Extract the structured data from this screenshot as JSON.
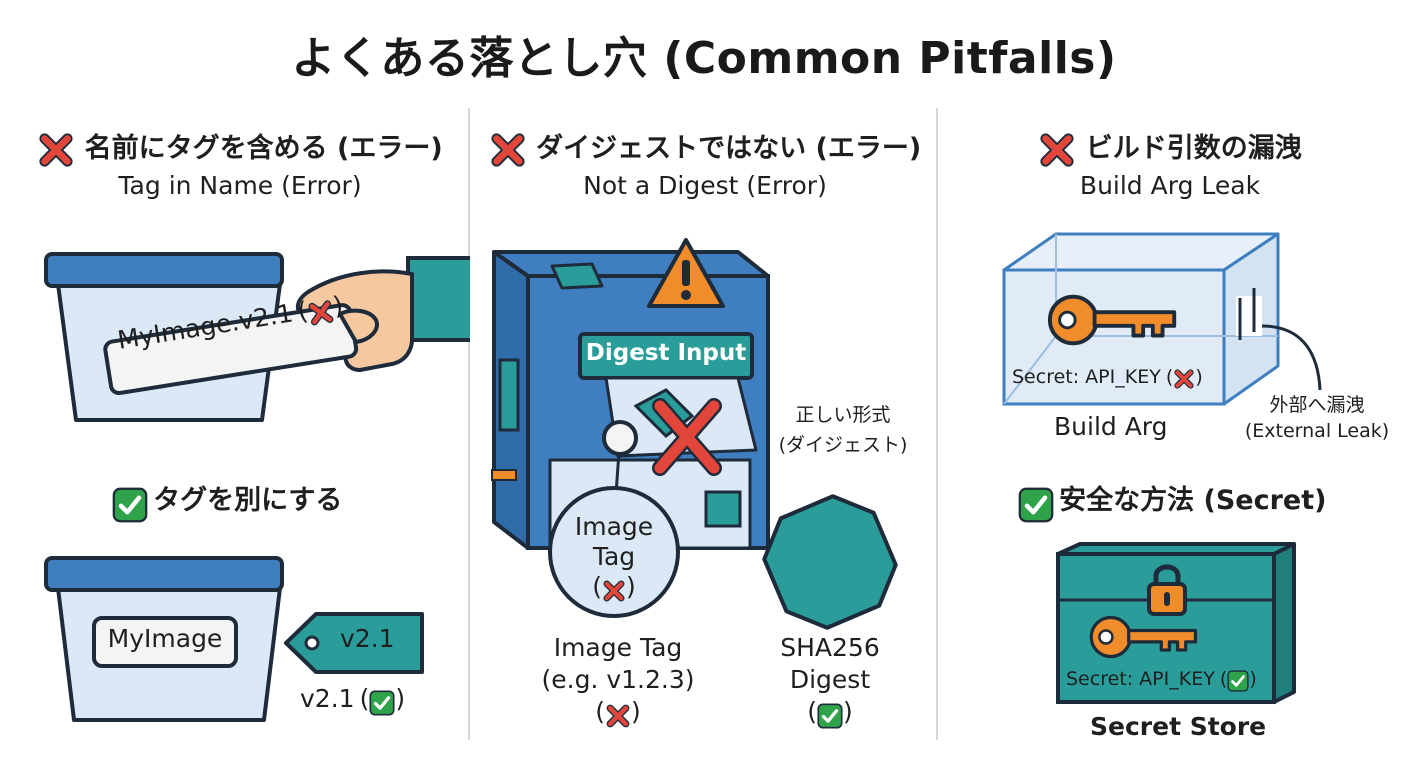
{
  "title": "よくある落とし穴 (Common Pitfalls)",
  "colors": {
    "error_red": "#e2463a",
    "ok_green": "#2fa34a",
    "container_blue": "#3f7fbf",
    "container_fill": "#dbe8f5",
    "teal": "#2a9d9a",
    "orange": "#f08c2a",
    "skin": "#f5c8a0",
    "outline": "#1d2b3a"
  },
  "columns": [
    {
      "heading_jp": "名前にタグを含める (エラー)",
      "heading_en": "Tag in Name (Error)",
      "bad_label": "MyImage.v2.1",
      "solution_heading": "タグを別にする",
      "good_label": "MyImage",
      "tag_label": "v2.1",
      "tag_caption": "v2.1"
    },
    {
      "heading_jp": "ダイジェストではない (エラー)",
      "heading_en": "Not a Digest (Error)",
      "machine_label": "Digest Input",
      "correct_format": [
        "正しい形式",
        "(ダイジェスト)"
      ],
      "circle_label": [
        "Image",
        "Tag"
      ],
      "image_tag_caption": [
        "Image Tag",
        "(e.g. v1.2.3)"
      ],
      "digest_caption": [
        "SHA256",
        "Digest"
      ]
    },
    {
      "heading_jp": "ビルド引数の漏洩",
      "heading_en": "Build Arg Leak",
      "secret_label_bad": "Secret: API_KEY",
      "build_arg_caption": "Build Arg",
      "leak_caption": [
        "外部へ漏洩",
        "(External Leak)"
      ],
      "solution_heading": "安全な方法 (Secret)",
      "secret_label_good": "Secret: API_KEY",
      "secret_store_caption": "Secret Store"
    }
  ],
  "icons": [
    "red-x-icon",
    "green-check-icon",
    "warning-icon",
    "key-icon",
    "padlock-icon",
    "hand-icon",
    "octagon-icon"
  ]
}
